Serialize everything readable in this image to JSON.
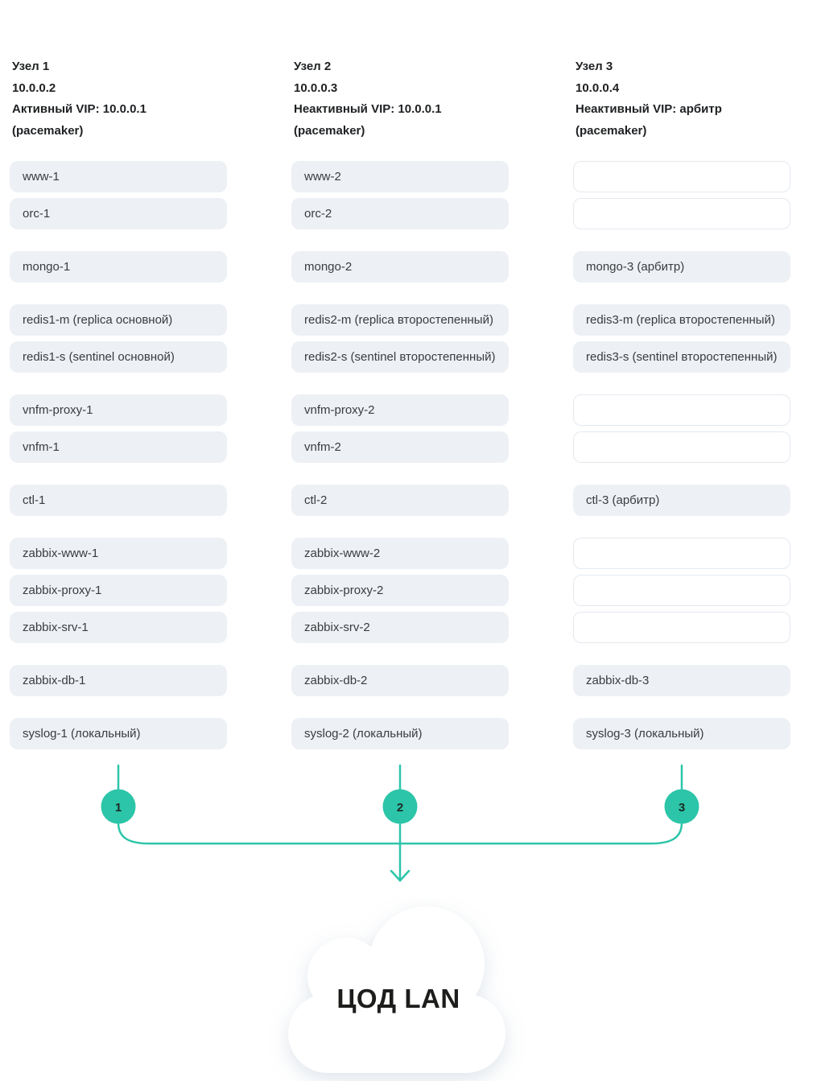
{
  "page": {
    "background": "#ffffff",
    "accent_teal": "#2cc5a9",
    "box_fill": "#edf0f4",
    "empty_box_border": "#e4e9ef",
    "header_text_color": "#1e2022",
    "box_text_color": "#3a3c3e"
  },
  "nodes": [
    {
      "title": "Узел 1",
      "ip": "10.0.0.2",
      "vip": "Активный VIP: 10.0.0.1",
      "cluster": "(pacemaker)",
      "badge": "1",
      "services": [
        {
          "label": "www-1",
          "filled": true
        },
        {
          "label": "orc-1",
          "filled": true
        },
        {
          "label": "mongo-1",
          "filled": true
        },
        {
          "label": "redis1-m (replica основной)",
          "filled": true
        },
        {
          "label": "redis1-s (sentinel основной)",
          "filled": true
        },
        {
          "label": "vnfm-proxy-1",
          "filled": true
        },
        {
          "label": "vnfm-1",
          "filled": true
        },
        {
          "label": "ctl-1",
          "filled": true
        },
        {
          "label": "zabbix-www-1",
          "filled": true
        },
        {
          "label": "zabbix-proxy-1",
          "filled": true
        },
        {
          "label": "zabbix-srv-1",
          "filled": true
        },
        {
          "label": "zabbix-db-1",
          "filled": true
        },
        {
          "label": "syslog-1 (локальный)",
          "filled": true
        }
      ]
    },
    {
      "title": "Узел 2",
      "ip": "10.0.0.3",
      "vip": "Неактивный VIP: 10.0.0.1",
      "cluster": "(pacemaker)",
      "badge": "2",
      "services": [
        {
          "label": "www-2",
          "filled": true
        },
        {
          "label": "orc-2",
          "filled": true
        },
        {
          "label": "mongo-2",
          "filled": true
        },
        {
          "label": "redis2-m (replica второстепенный)",
          "filled": true
        },
        {
          "label": "redis2-s (sentinel второстепенный)",
          "filled": true
        },
        {
          "label": "vnfm-proxy-2",
          "filled": true
        },
        {
          "label": "vnfm-2",
          "filled": true
        },
        {
          "label": "ctl-2",
          "filled": true
        },
        {
          "label": "zabbix-www-2",
          "filled": true
        },
        {
          "label": "zabbix-proxy-2",
          "filled": true
        },
        {
          "label": "zabbix-srv-2",
          "filled": true
        },
        {
          "label": "zabbix-db-2",
          "filled": true
        },
        {
          "label": "syslog-2 (локальный)",
          "filled": true
        }
      ]
    },
    {
      "title": "Узел 3",
      "ip": "10.0.0.4",
      "vip": "Неактивный VIP: арбитр",
      "cluster": "(pacemaker)",
      "badge": "3",
      "services": [
        {
          "label": "",
          "filled": false
        },
        {
          "label": "",
          "filled": false
        },
        {
          "label": "mongo-3 (арбитр)",
          "filled": true
        },
        {
          "label": "redis3-m (replica второстепенный)",
          "filled": true
        },
        {
          "label": "redis3-s (sentinel второстепенный)",
          "filled": true
        },
        {
          "label": "",
          "filled": false
        },
        {
          "label": "",
          "filled": false
        },
        {
          "label": "ctl-3 (арбитр)",
          "filled": true
        },
        {
          "label": "",
          "filled": false
        },
        {
          "label": "",
          "filled": false
        },
        {
          "label": "",
          "filled": false
        },
        {
          "label": "zabbix-db-3",
          "filled": true
        },
        {
          "label": "syslog-3 (локальный)",
          "filled": true
        }
      ]
    }
  ],
  "cloud": {
    "label": "ЦОД LAN"
  }
}
